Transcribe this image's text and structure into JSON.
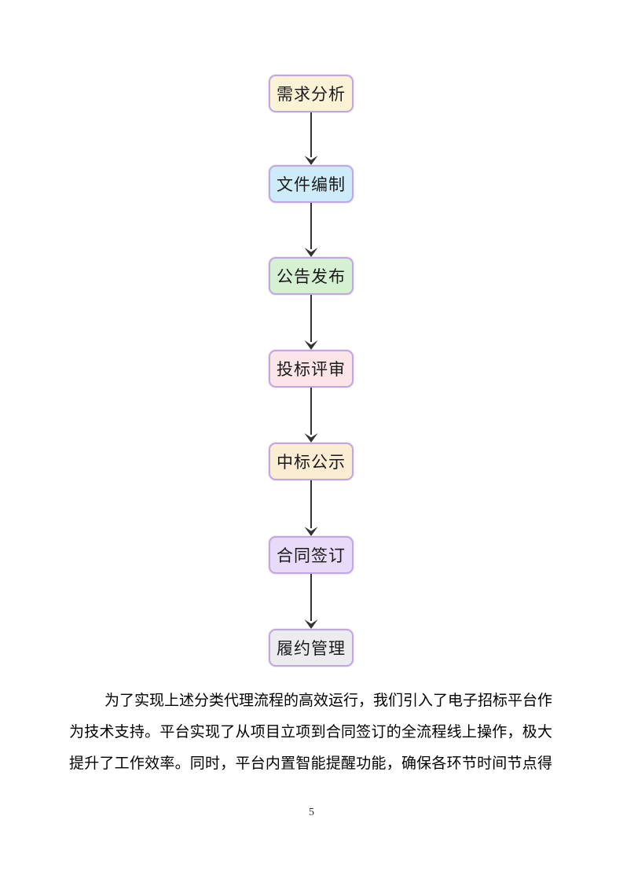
{
  "page": {
    "number": "5",
    "background": "#ffffff"
  },
  "flowchart": {
    "type": "vertical-flow",
    "border_color": "#bfa8e0",
    "arrow_color": "#333333",
    "nodes": [
      {
        "label": "需求分析",
        "fill": "#fcf3d7"
      },
      {
        "label": "文件编制",
        "fill": "#ceebfa"
      },
      {
        "label": "公告发布",
        "fill": "#d6f0d3"
      },
      {
        "label": "投标评审",
        "fill": "#fbe5e7"
      },
      {
        "label": "中标公示",
        "fill": "#fbecd4"
      },
      {
        "label": "合同签订",
        "fill": "#e8dbf9"
      },
      {
        "label": "履约管理",
        "fill": "#ecebee"
      }
    ]
  },
  "paragraph": {
    "lines": [
      "为了实现上述分类代理流程的高效运行，我们引入了电子招标平台作",
      "为技术支持。平台实现了从项目立项到合同签订的全流程线上操作，极大",
      "提升了工作效率。同时，平台内置智能提醒功能，确保各环节时间节点得"
    ]
  }
}
